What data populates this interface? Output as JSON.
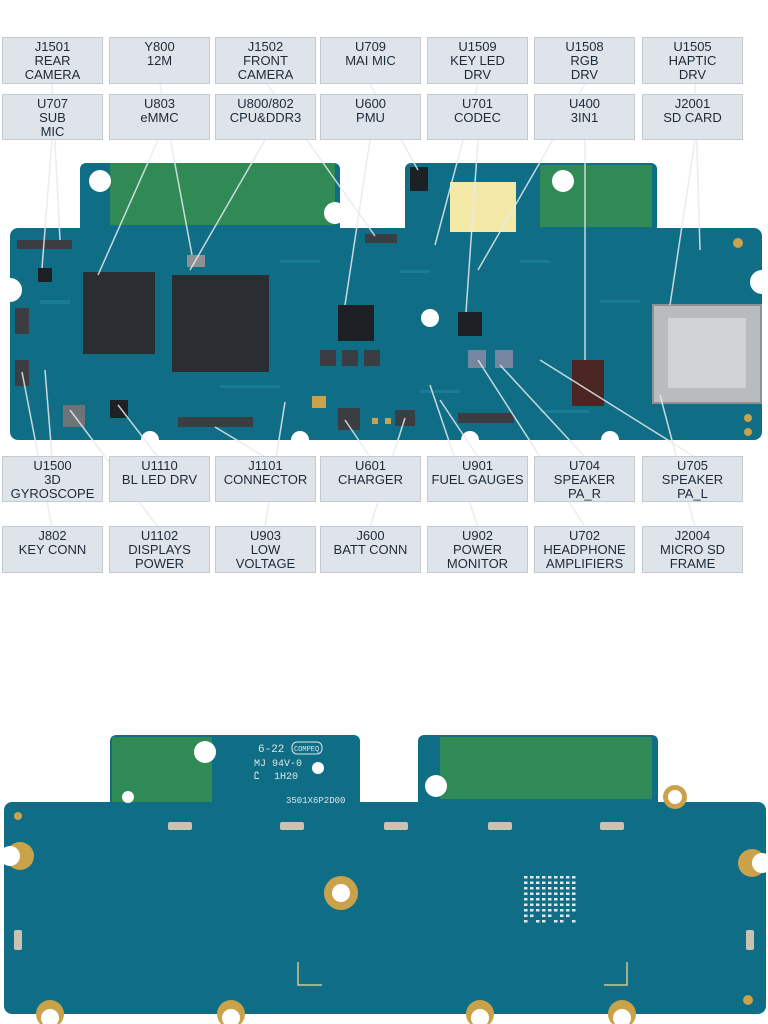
{
  "labels": {
    "top": [
      {
        "id": "j1501",
        "text": "J1501\nREAR\nCAMERA"
      },
      {
        "id": "y800",
        "text": "Y800\n12M"
      },
      {
        "id": "j1502",
        "text": "J1502\nFRONT\nCAMERA"
      },
      {
        "id": "u709",
        "text": "U709\nMAI MIC"
      },
      {
        "id": "u1509",
        "text": "U1509\nKEY LED\nDRV"
      },
      {
        "id": "u1508",
        "text": "U1508\nRGB\nDRV"
      },
      {
        "id": "u1505",
        "text": "U1505\nHAPTIC\nDRV"
      }
    ],
    "mid": [
      {
        "id": "u707",
        "text": "U707\nSUB\nMIC"
      },
      {
        "id": "u803",
        "text": "U803\neMMC"
      },
      {
        "id": "u800",
        "text": "U800/802\nCPU&DDR3"
      },
      {
        "id": "u600",
        "text": "U600\nPMU"
      },
      {
        "id": "u701",
        "text": "U701\nCODEC"
      },
      {
        "id": "u400",
        "text": "U400\n3IN1"
      },
      {
        "id": "j2001",
        "text": "J2001\nSD CARD"
      }
    ],
    "bot1": [
      {
        "id": "u1500",
        "text": "U1500\n3D\nGYROSCOPE"
      },
      {
        "id": "u1110",
        "text": "U1110\nBL LED DRV"
      },
      {
        "id": "j1101",
        "text": "J1101\nCONNECTOR"
      },
      {
        "id": "u601",
        "text": "U601\nCHARGER"
      },
      {
        "id": "u901",
        "text": "U901\nFUEL GAUGES"
      },
      {
        "id": "u704",
        "text": "U704\nSPEAKER\nPA_R"
      },
      {
        "id": "u705",
        "text": "U705\nSPEAKER\nPA_L"
      }
    ],
    "bot2": [
      {
        "id": "j802",
        "text": "J802\nKEY CONN"
      },
      {
        "id": "u1102",
        "text": "U1102\nDISPLAYS\nPOWER"
      },
      {
        "id": "u903",
        "text": "U903\nLOW\nVOLTAGE"
      },
      {
        "id": "j600",
        "text": "J600\nBATT CONN"
      },
      {
        "id": "u902",
        "text": "U902\nPOWER\nMONITOR"
      },
      {
        "id": "u702",
        "text": "U702\nHEADPHONE\nAMPLIFIERS"
      },
      {
        "id": "j2004",
        "text": "J2004\nMICRO SD\nFRAME"
      }
    ]
  },
  "silkscreen": {
    "date_code": "6-22",
    "logo_text": "COMPEQ",
    "material": "MJ 94V-0",
    "ul_mark": "Ꮭ",
    "code2": "1H20",
    "part_number": "3501X6P2D00"
  },
  "colors": {
    "pcb": "#0f6e86",
    "pcb_dark": "#0b5a6e",
    "antenna": "#2f8a55",
    "label_bg": "#dfe4ea",
    "gold": "#c9a24a"
  }
}
